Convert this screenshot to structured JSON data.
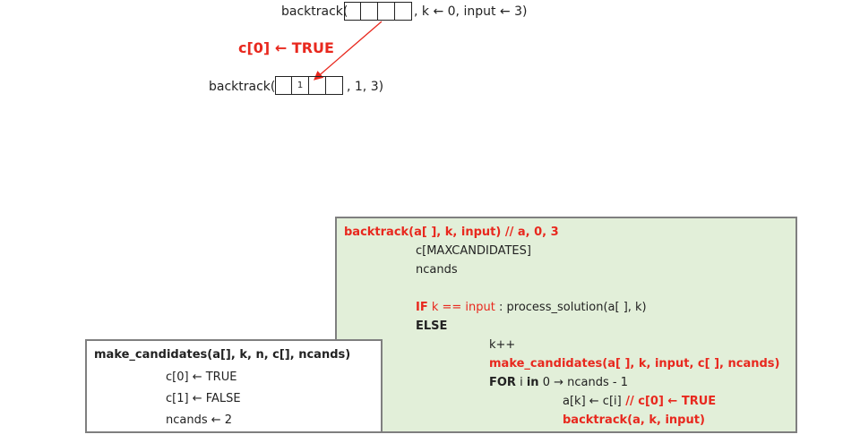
{
  "diagram": {
    "top_call": {
      "prefix": "backtrack(",
      "cells": [
        "",
        "",
        "",
        ""
      ],
      "suffix": ", k  ←  0, input  ←  3)"
    },
    "edge_label": "c[0]  ←  TRUE",
    "child_call": {
      "prefix": "backtrack(",
      "cells": [
        "",
        "1",
        "",
        ""
      ],
      "suffix": ", 1, 3)"
    },
    "colors": {
      "accent": "#e8281e",
      "code_bg": "#e2efd9",
      "border": "#7f7f7f"
    }
  },
  "code": {
    "header": "backtrack(a[ ], k, input)  // a, 0, 3",
    "decl1": "c[MAXCANDIDATES]",
    "decl2": "ncands",
    "if_kw": "IF",
    "if_cond": " k == input",
    "if_rest": " :  process_solution(a[ ], k)",
    "else_kw": "ELSE",
    "inc": "k++",
    "make_call": "make_candidates(a[ ], k, input, c[ ], ncands)",
    "for_kw": "FOR",
    "for_i": " i ",
    "for_in": "in",
    "for_rest": " 0 → ncands - 1",
    "assign": "a[k] ← c[i]",
    "assign_comment": "  // c[0] ← TRUE",
    "recurse": "backtrack(a, k, input)"
  },
  "make": {
    "header": "make_candidates(a[], k, n, c[], ncands)",
    "l1": "c[0] ← TRUE",
    "l2": "c[1] ← FALSE",
    "l3": "ncands ← 2"
  }
}
